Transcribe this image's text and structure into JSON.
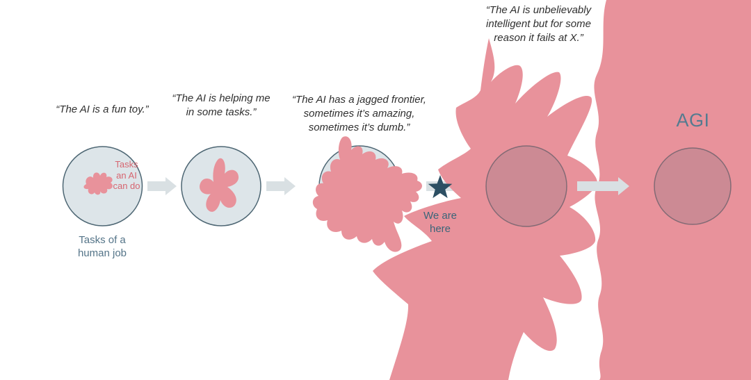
{
  "title": "Jagged frontier of AI capabilities diagram",
  "colors": {
    "blob": "#e8929b",
    "circle_fill": "#dde5e9",
    "circle_stroke": "#4d6673",
    "arrow": "#d9e0e3",
    "star": "#2c4f63",
    "quote_text": "#2f2f2f",
    "ai_label": "#d66570",
    "human_label": "#547488",
    "here_label": "#3a6579",
    "agi_label": "#547b90"
  },
  "stages": [
    {
      "quote_lines": [
        "“The AI is a fun toy.”"
      ]
    },
    {
      "quote_lines": [
        "“The AI is helping me",
        "in some tasks.”"
      ]
    },
    {
      "quote_lines": [
        "“The AI has a jagged frontier,",
        "sometimes it’s amazing,",
        "sometimes it’s dumb.”"
      ]
    },
    {
      "quote_lines": [
        "“The AI is unbelievably",
        "intelligent but for some",
        "reason it fails at X.”"
      ]
    },
    {
      "label": "AGI"
    }
  ],
  "labels": {
    "ai_tasks_lines": [
      "Tasks",
      "an AI",
      "can do"
    ],
    "human_job_lines": [
      "Tasks of a",
      "human job"
    ],
    "we_are_here_lines": [
      "We are",
      "here"
    ],
    "agi": "AGI"
  }
}
